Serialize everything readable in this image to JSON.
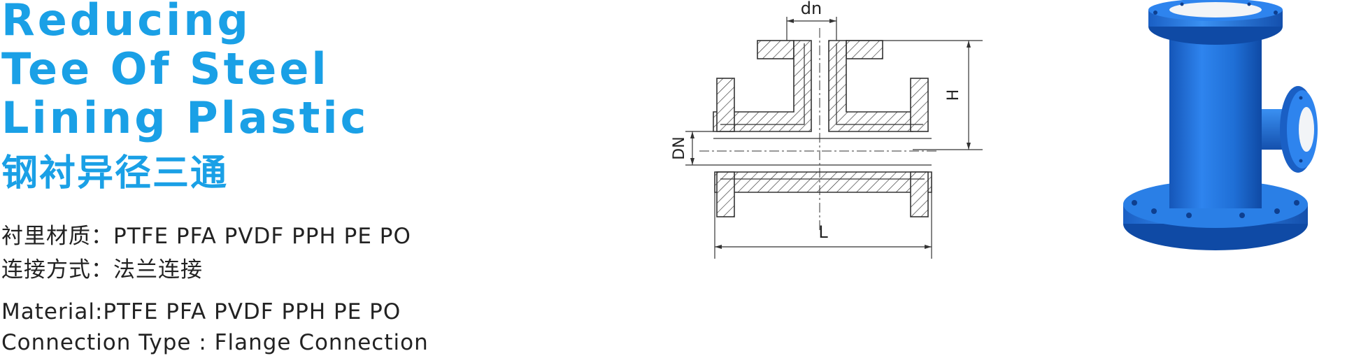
{
  "title": {
    "lines": [
      "Reducing",
      "Tee Of Steel",
      "Lining Plastic"
    ],
    "chinese": "钢衬异径三通"
  },
  "specs_cn": [
    {
      "label": "衬里材质：",
      "value": "PTFE  PFA  PVDF  PPH  PE  PO"
    },
    {
      "label": "连接方式：",
      "value": "法兰连接"
    }
  ],
  "specs_en": [
    {
      "label": "Material:",
      "value": "PTFE  PFA  PVDF  PPH  PE  PO"
    },
    {
      "label": "Connection Type : ",
      "value": "Flange Connection"
    }
  ],
  "diagram": {
    "dim_dn_small": "dn",
    "dim_dn_large": "DN",
    "dim_height": "H",
    "dim_length": "L"
  },
  "colors": {
    "brand_blue": "#1aa0e6",
    "product_blue": "#1f6fd6",
    "lining_white": "#f2f4f7"
  }
}
